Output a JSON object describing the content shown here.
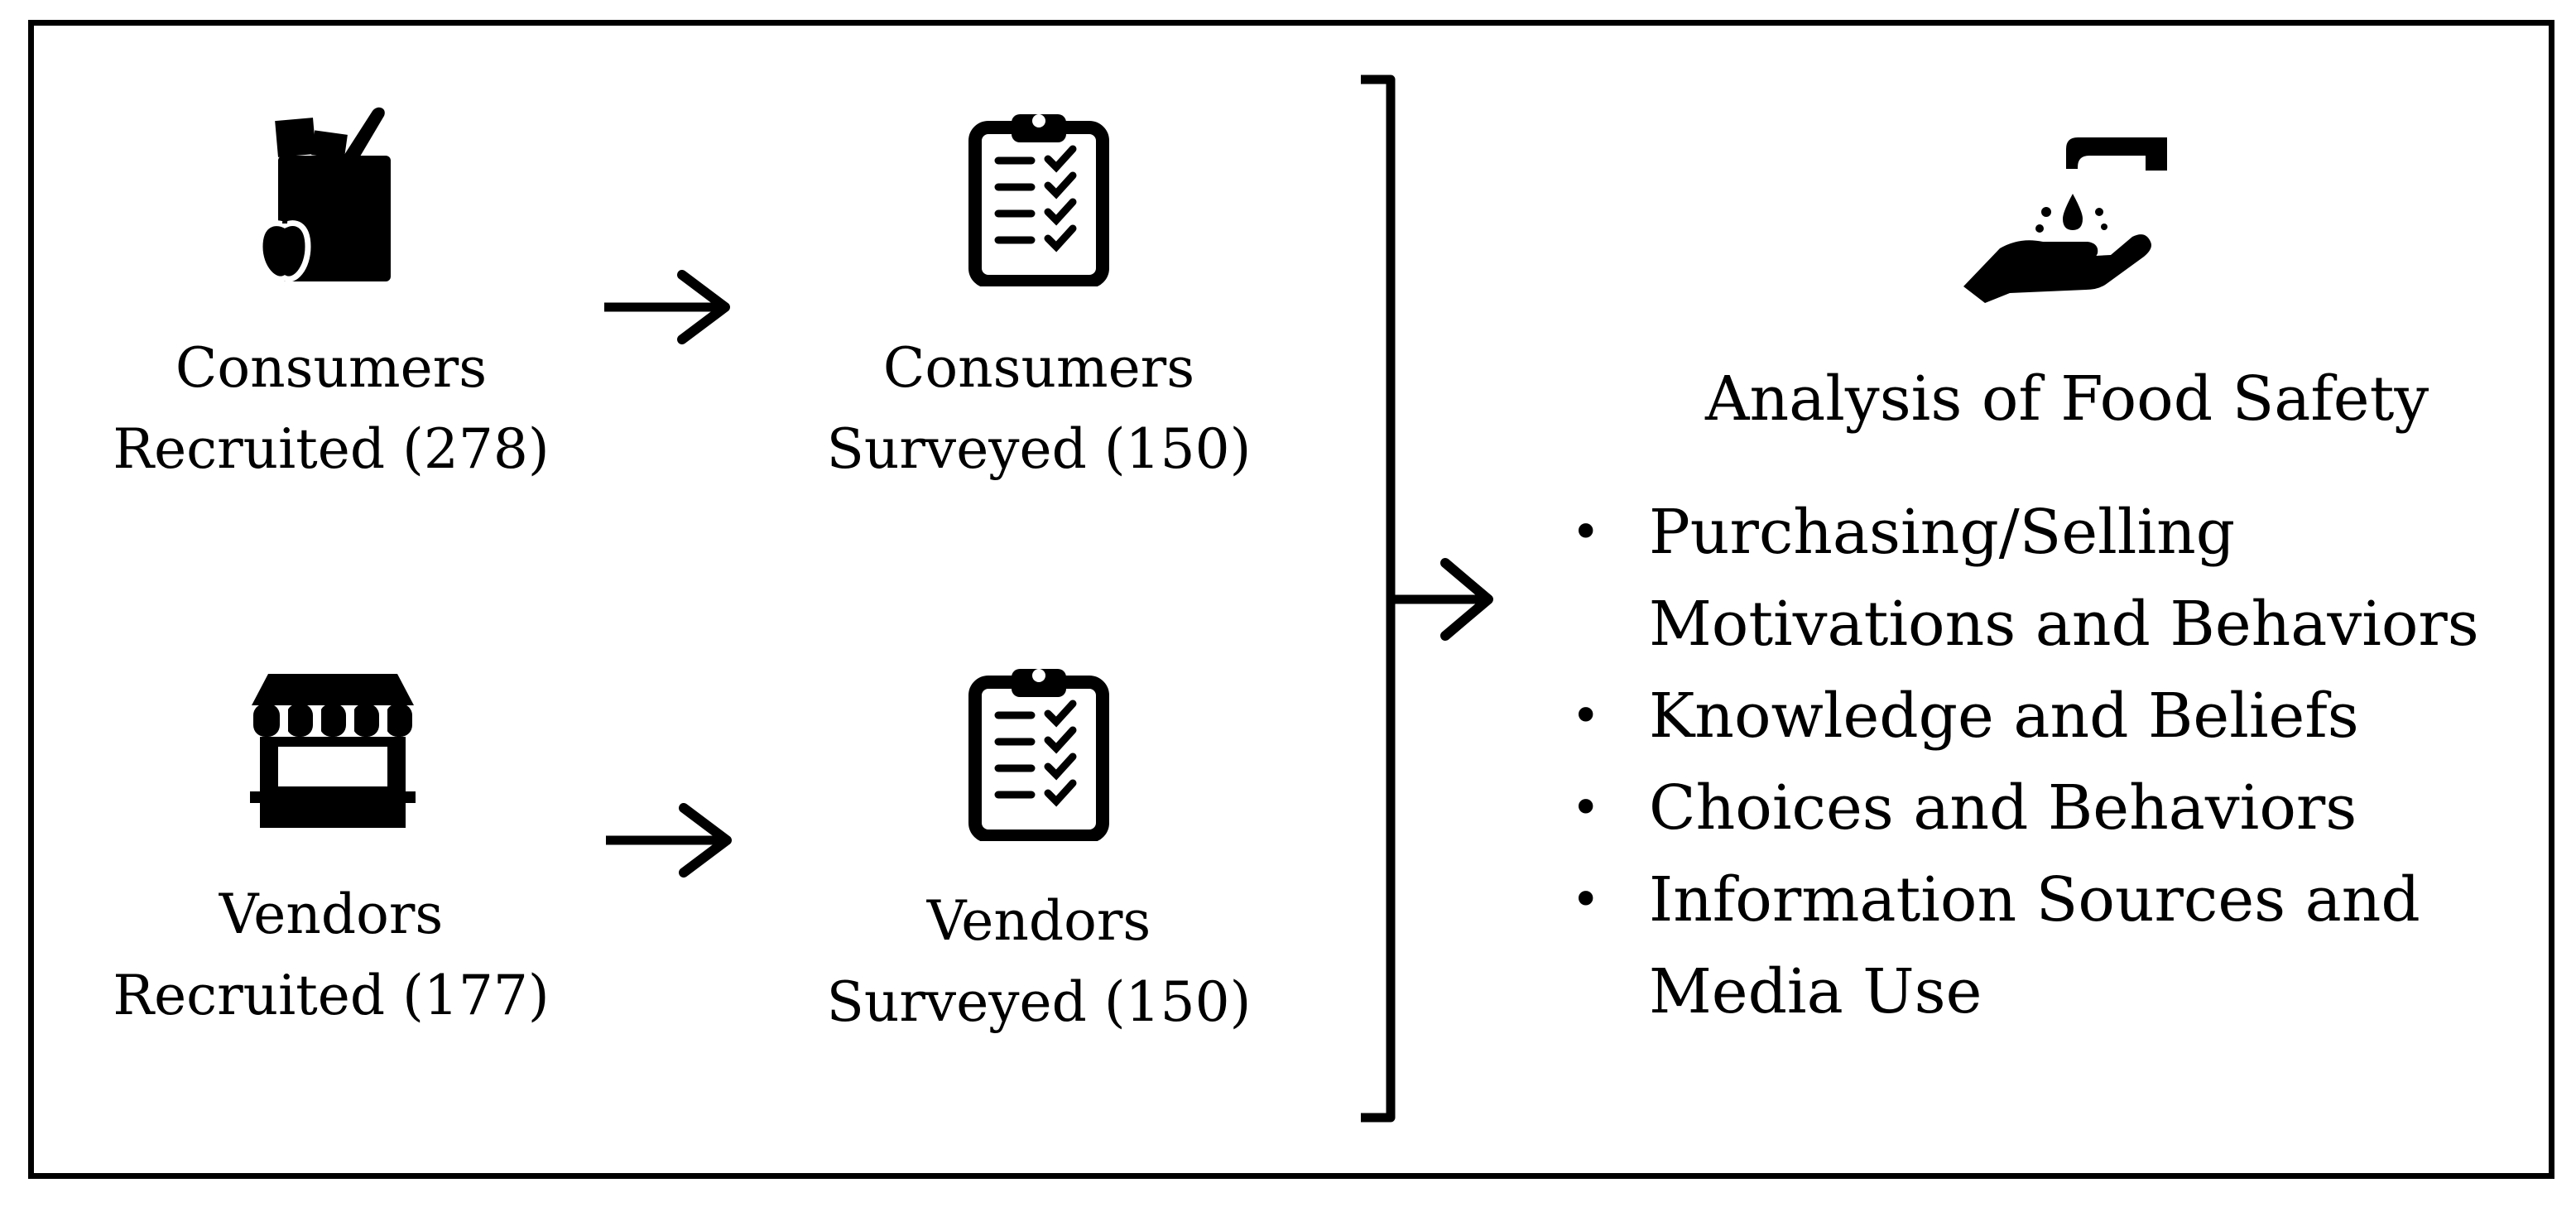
{
  "nodes": {
    "consumers_recruited": {
      "line1": "Consumers",
      "line2": "Recruited (278)"
    },
    "consumers_surveyed": {
      "line1": "Consumers",
      "line2": "Surveyed (150)"
    },
    "vendors_recruited": {
      "line1": "Vendors",
      "line2": "Recruited (177)"
    },
    "vendors_surveyed": {
      "line1": "Vendors",
      "line2": "Surveyed (150)"
    }
  },
  "analysis": {
    "title": "Analysis of Food Safety",
    "bullet": "•",
    "items": [
      {
        "line1": "Purchasing/Selling",
        "line2": "Motivations and Behaviors"
      },
      {
        "line1": "Knowledge and Beliefs",
        "line2": ""
      },
      {
        "line1": "Choices and Behaviors",
        "line2": ""
      },
      {
        "line1": "Information Sources and",
        "line2": "Media Use"
      }
    ]
  },
  "icons": {
    "consumers": "grocery-bag-icon",
    "vendors": "market-stall-icon",
    "survey": "clipboard-checklist-icon",
    "analysis": "hand-washing-icon"
  },
  "colors": {
    "ink": "#000000",
    "background": "#ffffff"
  }
}
